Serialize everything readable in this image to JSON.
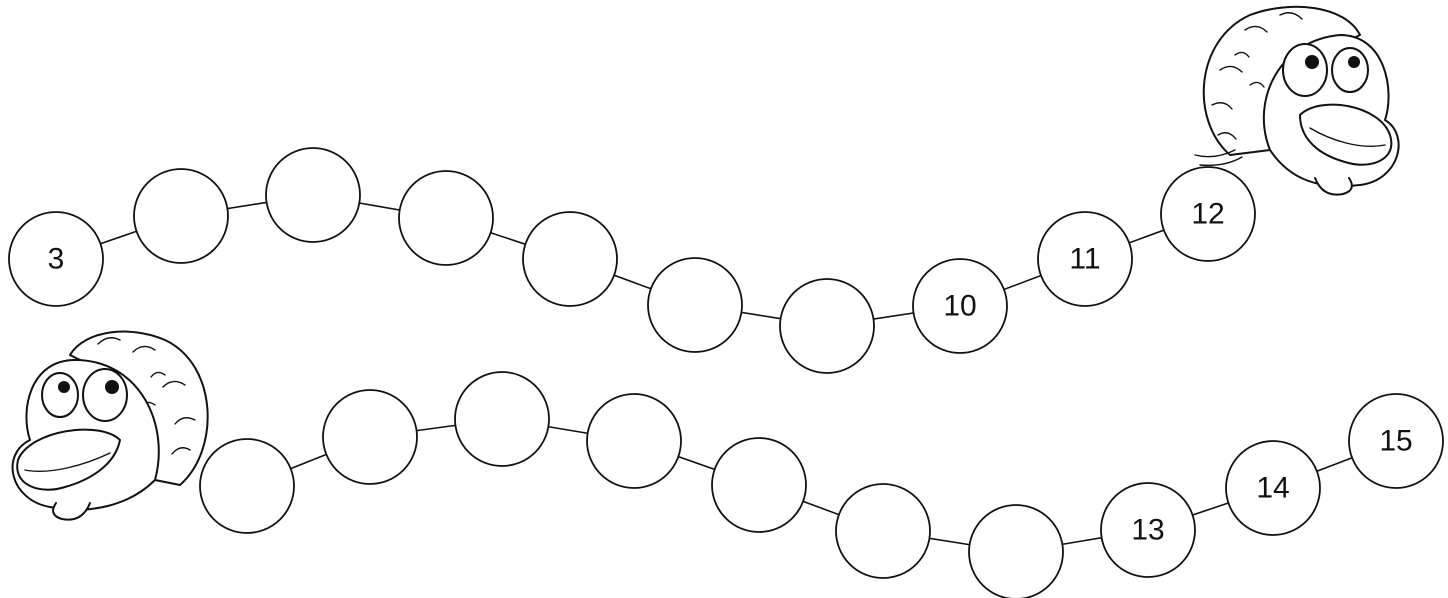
{
  "worksheet": {
    "top_chain": {
      "beads": [
        "3",
        "",
        "",
        "",
        "",
        "",
        "",
        "10",
        "11",
        "12"
      ]
    },
    "bottom_chain": {
      "beads": [
        "",
        "",
        "",
        "",
        "",
        "",
        "",
        "13",
        "14",
        "15"
      ]
    },
    "colors": {
      "ink": "#111111",
      "paper": "#ffffff"
    },
    "icons": {
      "top_head": "turtle-head-icon",
      "bottom_head": "turtle-head-icon"
    }
  }
}
